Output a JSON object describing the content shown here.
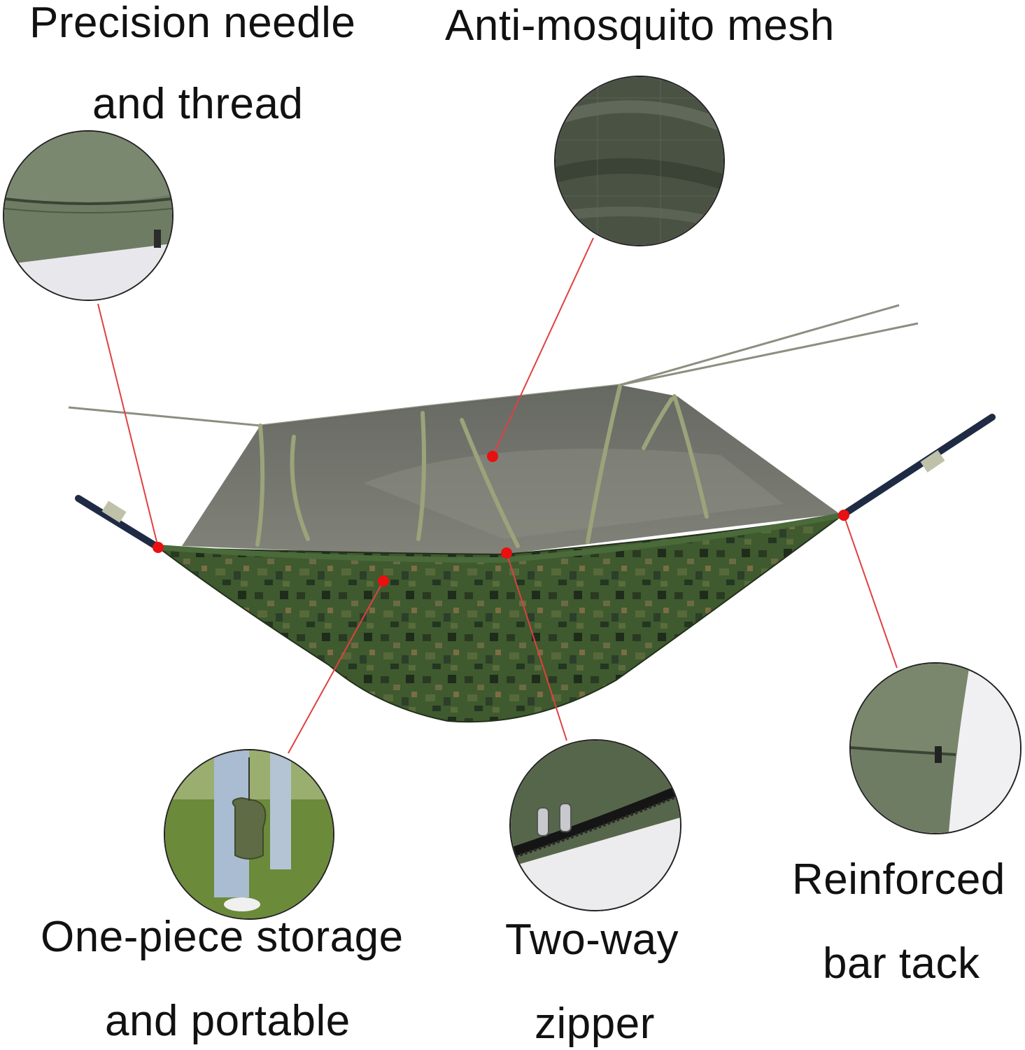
{
  "callouts": {
    "needle_line1": "Precision needle",
    "needle_line2": "and thread",
    "mesh": "Anti-mosquito mesh",
    "storage_line1": "One-piece storage",
    "storage_line2": "and portable",
    "zipper_line1": "Two-way",
    "zipper_line2": "zipper",
    "bartack_line1": "Reinforced",
    "bartack_line2": "bar tack"
  },
  "colors": {
    "pointer_line": "#e04040",
    "pointer_dot": "#e81010",
    "mesh_fill": "#6f716a",
    "camo_base": "#3f5a2e",
    "fabric_green": "#6f7c64"
  },
  "icons": {
    "needle_detail": "fabric-seam-closeup",
    "mesh_detail": "mesh-closeup",
    "storage_detail": "stuff-sack-photo",
    "zipper_detail": "zipper-closeup",
    "bartack_detail": "bar-tack-closeup"
  }
}
